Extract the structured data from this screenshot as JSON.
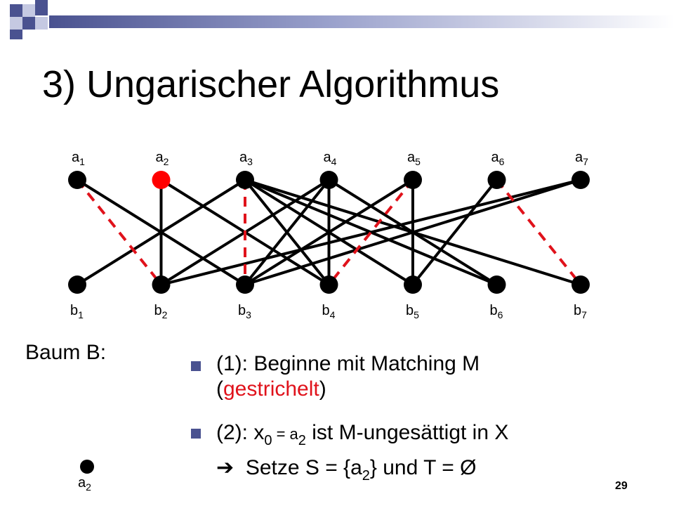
{
  "slide": {
    "title": "3) Ungarischer Algorithmus",
    "page_number": "29"
  },
  "graph": {
    "top_nodes": [
      {
        "letter": "a",
        "index": "1",
        "highlighted": false
      },
      {
        "letter": "a",
        "index": "2",
        "highlighted": true
      },
      {
        "letter": "a",
        "index": "3",
        "highlighted": false
      },
      {
        "letter": "a",
        "index": "4",
        "highlighted": false
      },
      {
        "letter": "a",
        "index": "5",
        "highlighted": false
      },
      {
        "letter": "a",
        "index": "6",
        "highlighted": false
      },
      {
        "letter": "a",
        "index": "7",
        "highlighted": false
      }
    ],
    "bottom_nodes": [
      {
        "letter": "b",
        "index": "1"
      },
      {
        "letter": "b",
        "index": "2"
      },
      {
        "letter": "b",
        "index": "3"
      },
      {
        "letter": "b",
        "index": "4"
      },
      {
        "letter": "b",
        "index": "5"
      },
      {
        "letter": "b",
        "index": "6"
      },
      {
        "letter": "b",
        "index": "7"
      }
    ],
    "edges": [
      {
        "from": 1,
        "to": 3
      },
      {
        "from": 2,
        "to": 2
      },
      {
        "from": 2,
        "to": 4
      },
      {
        "from": 3,
        "to": 1
      },
      {
        "from": 3,
        "to": 4
      },
      {
        "from": 3,
        "to": 6
      },
      {
        "from": 3,
        "to": 7
      },
      {
        "from": 4,
        "to": 2
      },
      {
        "from": 4,
        "to": 3
      },
      {
        "from": 4,
        "to": 4
      },
      {
        "from": 4,
        "to": 6
      },
      {
        "from": 5,
        "to": 3
      },
      {
        "from": 5,
        "to": 5
      },
      {
        "from": 6,
        "to": 5
      },
      {
        "from": 7,
        "to": 2
      },
      {
        "from": 7,
        "to": 3
      },
      {
        "from": 3,
        "to": 5
      }
    ],
    "matching": [
      {
        "from": 1,
        "to": 2
      },
      {
        "from": 3,
        "to": 3
      },
      {
        "from": 5,
        "to": 4
      },
      {
        "from": 6,
        "to": 7
      }
    ],
    "node_color": "#000000",
    "highlight_color": "#ff0000",
    "matching_color": "#e0121b"
  },
  "tree": {
    "label": "Baum B:",
    "node_letter": "a",
    "node_index": "2"
  },
  "bullets": {
    "b1": {
      "prefix": "(1): Beginne mit Matching M",
      "open": "(",
      "red": "gestrichelt",
      "close": ")"
    },
    "b2": {
      "p1": "(2): x",
      "s1": "0",
      "p2": " = ",
      "p3": "a",
      "s2": "2",
      "p4": " ist M-ungesättigt in X"
    },
    "b3": {
      "arrow": "➔",
      "p1": "Setze S = {a",
      "s1": "2",
      "p2": "} und T = Ø"
    }
  },
  "colors": {
    "accent": "#4a5290",
    "red": "#e0121b"
  }
}
